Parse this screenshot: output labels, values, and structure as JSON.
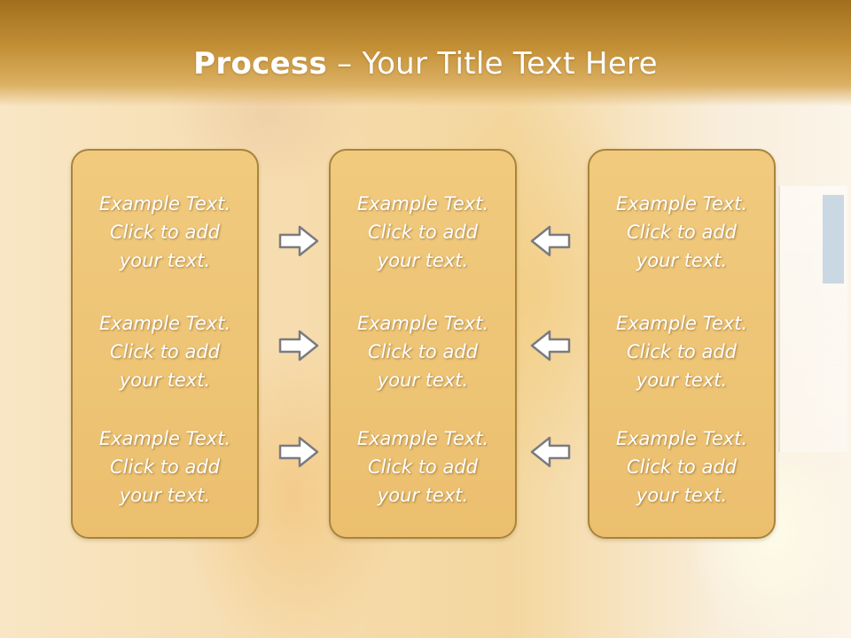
{
  "slide": {
    "title_bold": "Process",
    "title_dash": " – ",
    "title_rest": "Your Title Text Here"
  },
  "columns": [
    {
      "items": [
        {
          "line1": "Example Text.",
          "line2": "Click  to add",
          "line3": "your text."
        },
        {
          "line1": "Example Text.",
          "line2": "Click  to add",
          "line3": "your text."
        },
        {
          "line1": "Example Text.",
          "line2": "Click  to add",
          "line3": "your text."
        }
      ]
    },
    {
      "items": [
        {
          "line1": "Example Text.",
          "line2": "Click  to add",
          "line3": "your text."
        },
        {
          "line1": "Example Text.",
          "line2": "Click  to add",
          "line3": "your text."
        },
        {
          "line1": "Example Text.",
          "line2": "Click  to add",
          "line3": "your text."
        }
      ]
    },
    {
      "items": [
        {
          "line1": "Example Text.",
          "line2": "Click  to add",
          "line3": "your text."
        },
        {
          "line1": "Example Text.",
          "line2": "Click  to add",
          "line3": "your text."
        },
        {
          "line1": "Example Text.",
          "line2": "Click  to add",
          "line3": "your text."
        }
      ]
    }
  ],
  "arrows": {
    "left_group": [
      "arrow-right-icon",
      "arrow-right-icon",
      "arrow-right-icon"
    ],
    "right_group": [
      "arrow-left-icon",
      "arrow-left-icon",
      "arrow-left-icon"
    ]
  },
  "colors": {
    "header": "#c39036",
    "panel_fill": "#f1ca7e",
    "panel_border": "#a8843c",
    "arrow_fill": "#ffffff",
    "arrow_stroke": "#7b7b80"
  }
}
